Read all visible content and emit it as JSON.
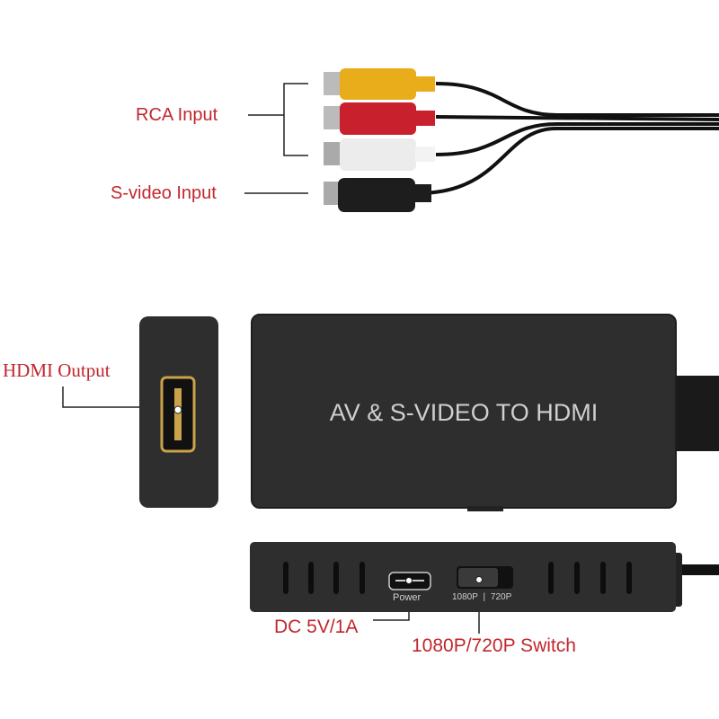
{
  "labels": {
    "rca_input": "RCA Input",
    "svideo_input": "S-video Input",
    "hdmi_output": "HDMI Output",
    "dc_power": "DC 5V/1A",
    "resolution_switch": "1080P/720P Switch"
  },
  "device": {
    "title": "AV & S-VIDEO TO HDMI",
    "power_port_label": "Power",
    "switch_label_left": "1080P",
    "switch_label_sep": "|",
    "switch_label_right": "720P"
  },
  "colors": {
    "label_red": "#c0272d",
    "device_body": "#2e2e2e",
    "rca_yellow": "#e9ad1c",
    "rca_red": "#c8202c",
    "rca_white": "#ececec",
    "svideo_black": "#1d1d1d",
    "hdmi_gold": "#c9a24a"
  }
}
